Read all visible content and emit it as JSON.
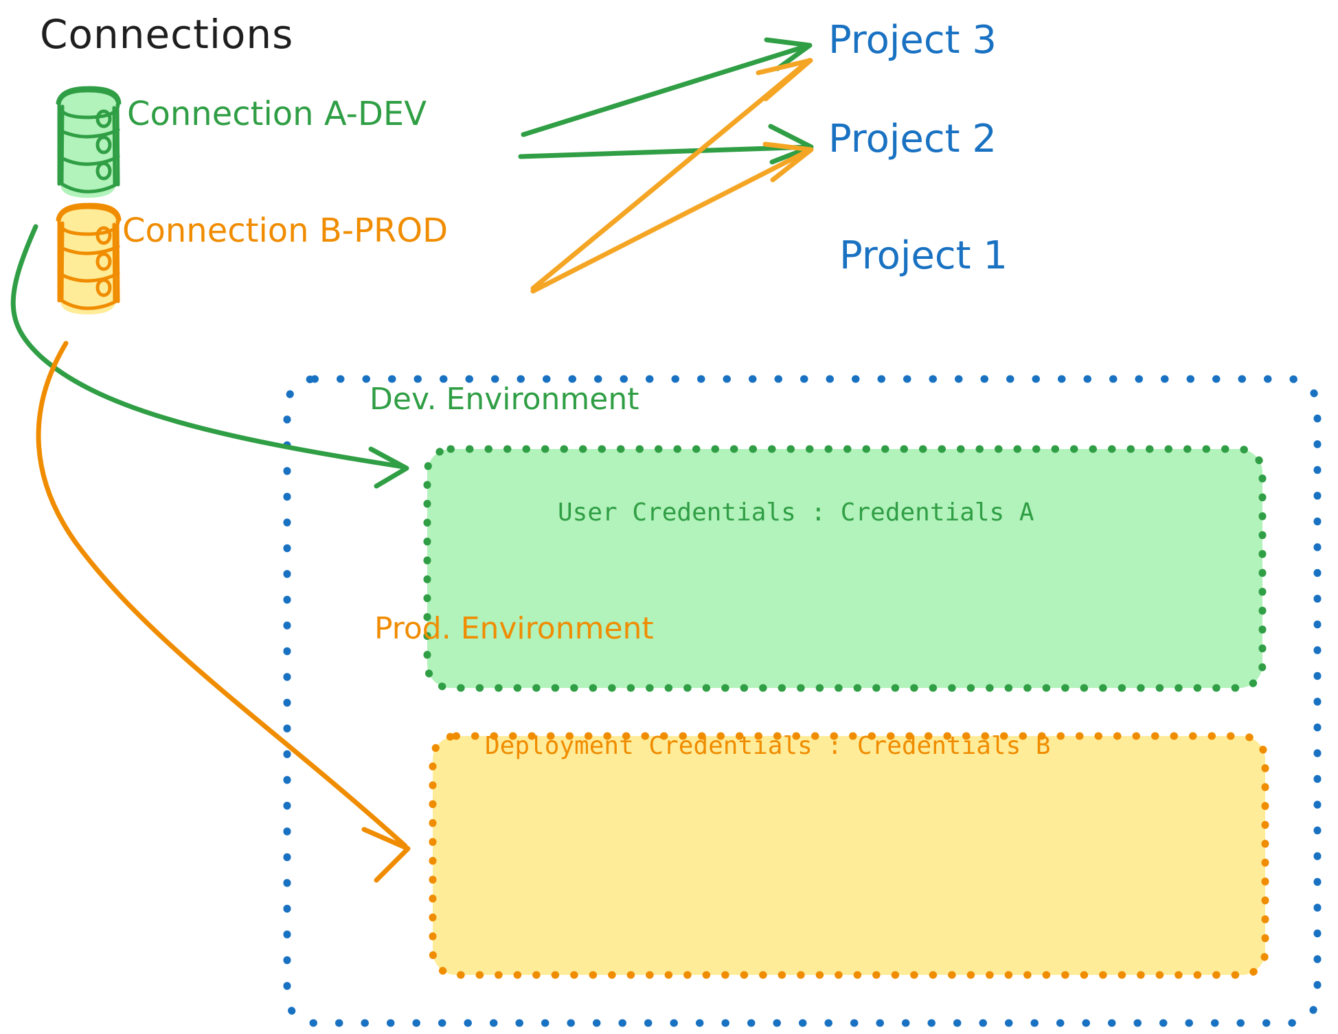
{
  "title": "Connections",
  "colors": {
    "green_stroke": "#2f9e44",
    "green_fill": "#b2f2bb",
    "orange_stroke": "#f08c00",
    "orange_fill": "#ffec99",
    "blue_stroke": "#1971c2",
    "text_dark": "#1e1e1e",
    "background": "#ffffff"
  },
  "connections": [
    {
      "id": "connection-a-dev",
      "label": "Connection A-DEV",
      "icon": "database-icon",
      "color": "#2f9e44",
      "targets": [
        "Project 3",
        "Project 2",
        "Dev. Environment"
      ]
    },
    {
      "id": "connection-b-prod",
      "label": "Connection B-PROD",
      "icon": "database-icon",
      "color": "#f08c00",
      "targets": [
        "Project 3",
        "Project 2",
        "Prod. Environment"
      ]
    }
  ],
  "projects": [
    {
      "id": "project-3",
      "label": "Project 3"
    },
    {
      "id": "project-2",
      "label": "Project 2"
    },
    {
      "id": "project-1",
      "label": "Project 1"
    }
  ],
  "project1": {
    "label": "Project 1",
    "environments": [
      {
        "id": "dev-environment",
        "title": "Dev. Environment",
        "credential_label": "User Credentials",
        "credential_separator": ":",
        "credential_value": "Credentials A",
        "credential_line": "User Credentials : Credentials A",
        "color": "#2f9e44",
        "fill": "#b2f2bb"
      },
      {
        "id": "prod-environment",
        "title": "Prod. Environment",
        "credential_label": "Deployment Credentials",
        "credential_separator": ":",
        "credential_value": "Credentials B",
        "credential_line": "Deployment Credentials : Credentials B",
        "color": "#f08c00",
        "fill": "#ffec99"
      }
    ]
  },
  "arrows": [
    {
      "id": "arrow-a-to-project3",
      "from": "Connection A-DEV",
      "to": "Project 3",
      "color": "#2f9e44",
      "style": "straight"
    },
    {
      "id": "arrow-a-to-project2",
      "from": "Connection A-DEV",
      "to": "Project 2",
      "color": "#2f9e44",
      "style": "straight"
    },
    {
      "id": "arrow-b-to-project3",
      "from": "Connection B-PROD",
      "to": "Project 3",
      "color": "#f5a524",
      "style": "straight"
    },
    {
      "id": "arrow-b-to-project2",
      "from": "Connection B-PROD",
      "to": "Project 2",
      "color": "#f5a524",
      "style": "straight"
    },
    {
      "id": "arrow-a-to-dev-environment",
      "from": "Connection A-DEV",
      "to": "Dev. Environment",
      "color": "#2f9e44",
      "style": "curved"
    },
    {
      "id": "arrow-b-to-prod-environment",
      "from": "Connection B-PROD",
      "to": "Prod. Environment",
      "color": "#f08c00",
      "style": "curved"
    }
  ]
}
